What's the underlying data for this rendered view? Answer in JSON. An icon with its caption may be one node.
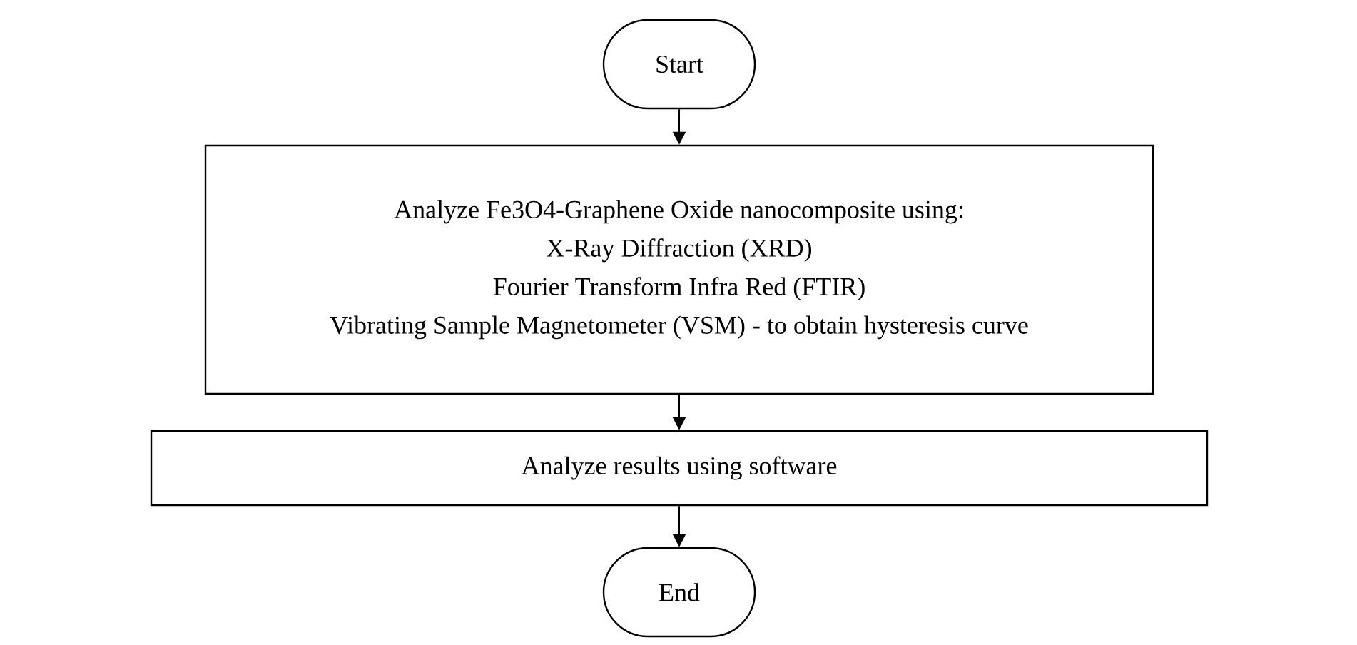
{
  "diagram": {
    "nodes": [
      {
        "text": [
          "Start"
        ]
      },
      {
        "text": [
          "Analyze Fe3O4-Graphene Oxide nanocomposite using:",
          "X-Ray Diffraction (XRD)",
          "Fourier Transform Infra Red (FTIR)",
          "Vibrating Sample Magnetometer (VSM) - to obtain hysteresis curve"
        ]
      },
      {
        "text": [
          "Analyze results using software"
        ]
      },
      {
        "text": [
          "End"
        ]
      }
    ],
    "edges": [
      {
        "from": 0,
        "to": 1,
        "arrow": "to"
      },
      {
        "from": 1,
        "to": 2,
        "arrow": "to"
      },
      {
        "from": 2,
        "to": 3,
        "arrow": "to"
      }
    ]
  }
}
